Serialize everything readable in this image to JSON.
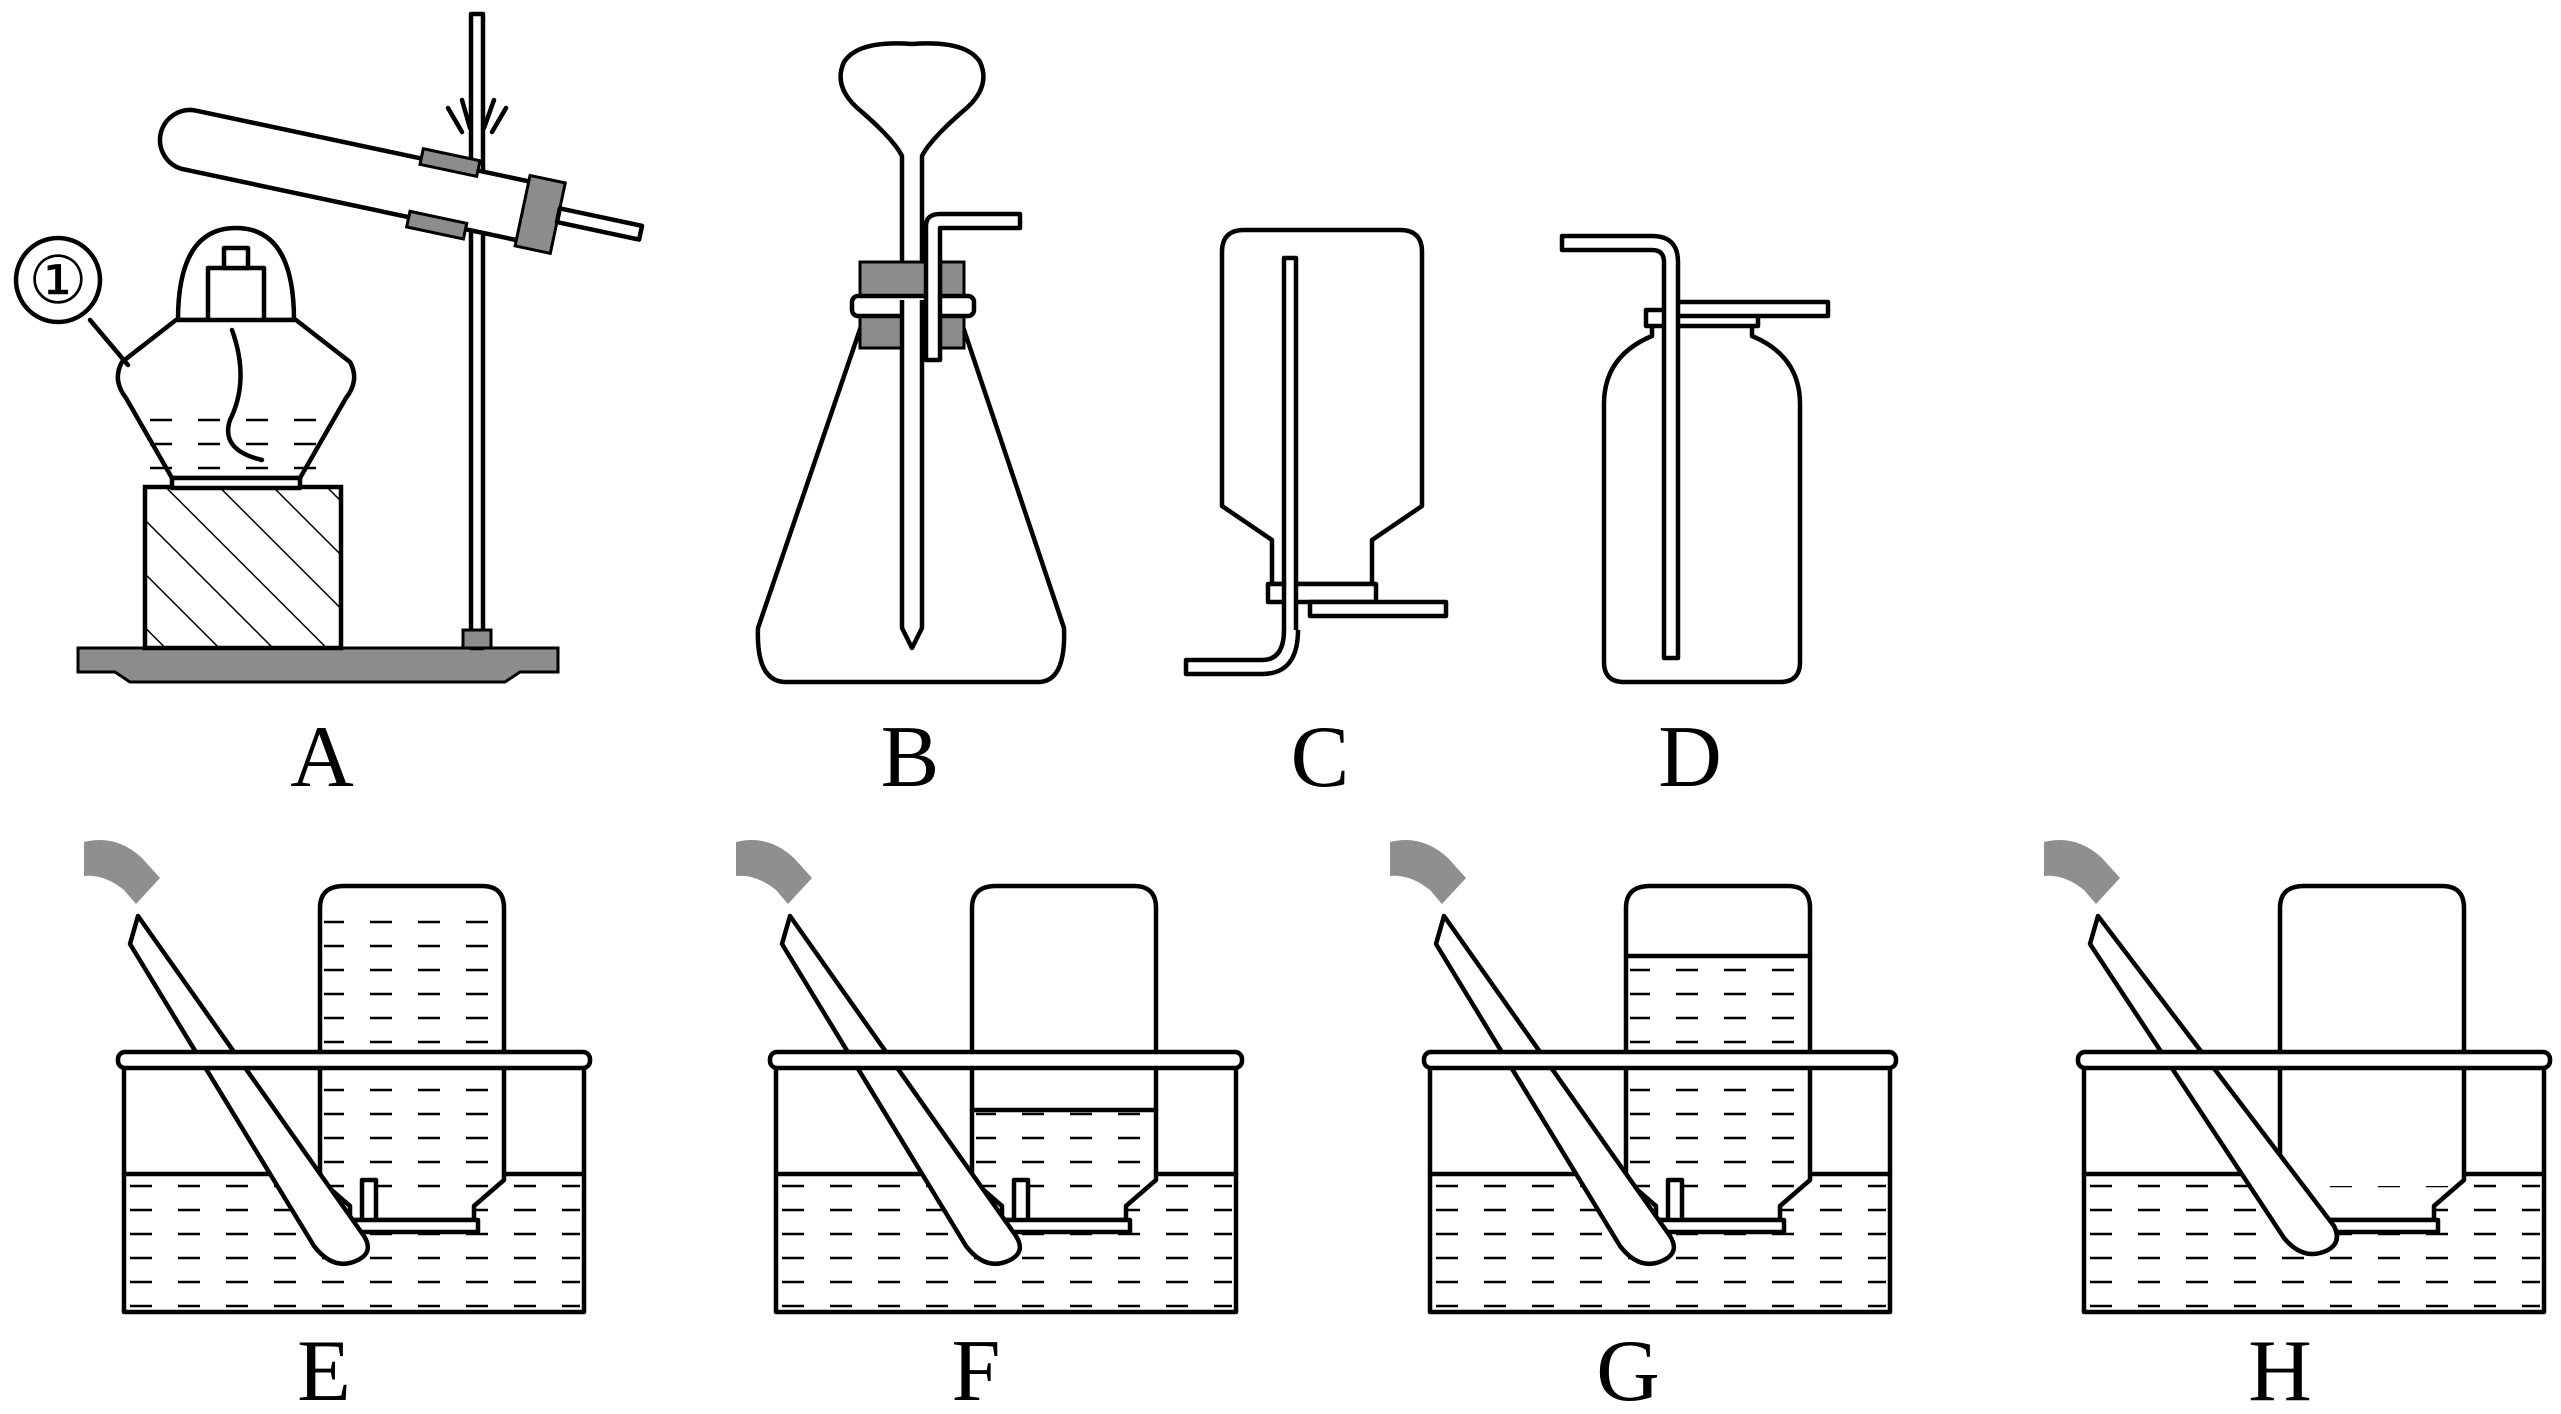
{
  "labels": {
    "A": "A",
    "B": "B",
    "C": "C",
    "D": "D",
    "E": "E",
    "F": "F",
    "G": "G",
    "H": "H"
  },
  "marker": "①",
  "colors": {
    "line": "#000000",
    "rubber": "#8c8c8c",
    "background": "#ffffff"
  }
}
